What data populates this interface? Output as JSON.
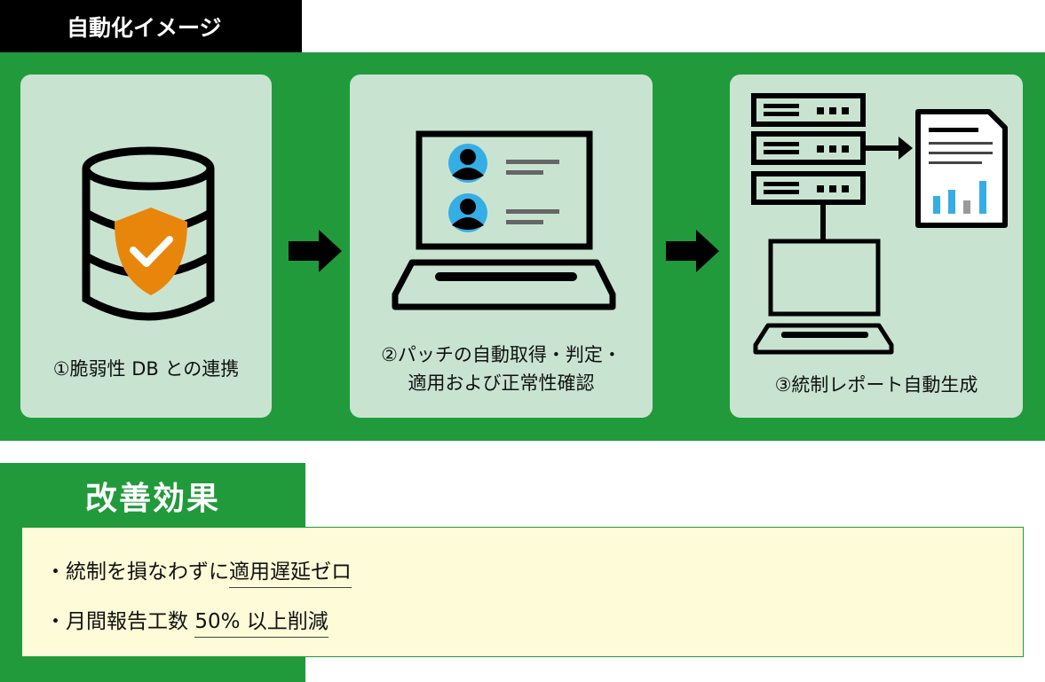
{
  "header": {
    "title": "自動化イメージ"
  },
  "steps": [
    {
      "caption_lines": [
        "①脆弱性 DB との連携"
      ],
      "icon": "database-shield-icon"
    },
    {
      "caption_lines": [
        "②パッチの自動取得・判定・",
        "適用および正常性確認"
      ],
      "icon": "laptop-users-icon"
    },
    {
      "caption_lines": [
        "③統制レポート自動生成"
      ],
      "icon": "server-report-icon"
    }
  ],
  "effects": {
    "title": "改善効果",
    "items": [
      {
        "prefix": "・統制を損なわずに",
        "highlight": "適用遅延ゼロ"
      },
      {
        "prefix": "・月間報告工数 ",
        "highlight": "50% 以上削減"
      }
    ]
  },
  "colors": {
    "green": "#219a3b",
    "card": "#c8e4d1",
    "shield": "#e8860c",
    "avatar": "#35aee5",
    "effects_bg": "#fdfbd8"
  }
}
